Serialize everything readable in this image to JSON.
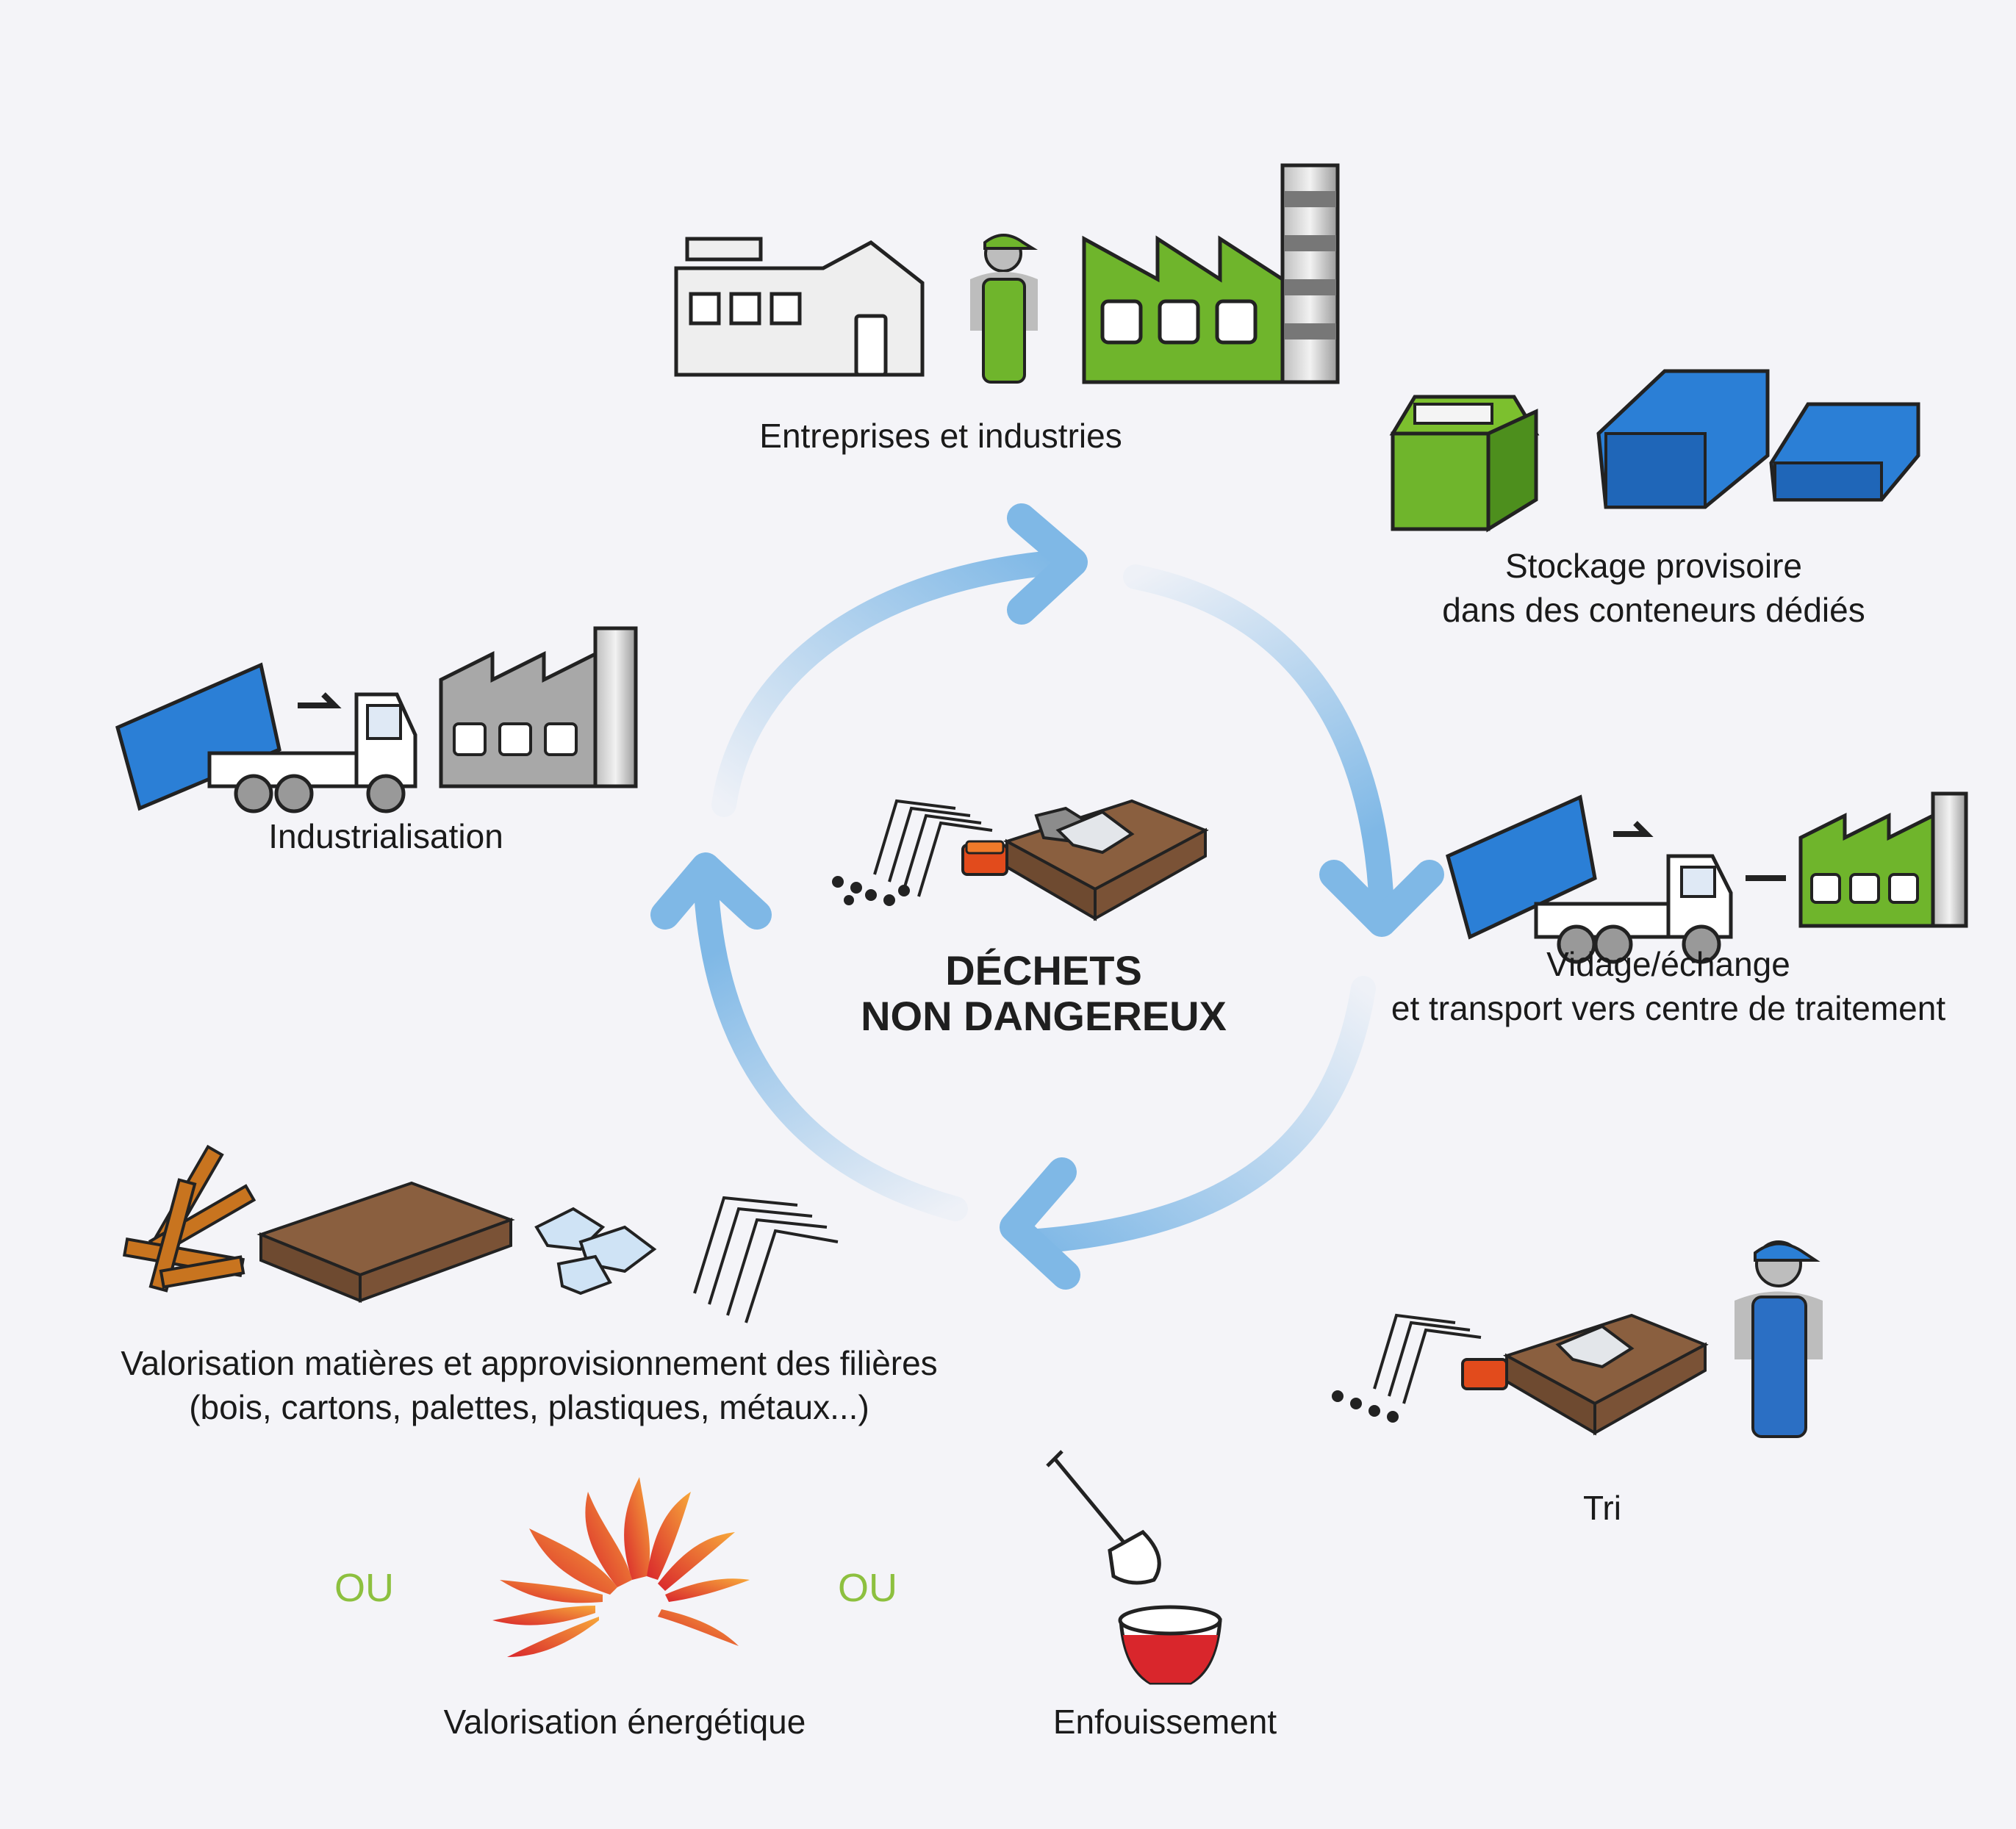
{
  "colors": {
    "background": "#f4f4f8",
    "arrow": "#7fb8e6",
    "green": "#6fb52c",
    "blue": "#2b7fd6",
    "ou": "#8dc03f",
    "wood": "#7a5236",
    "flame": "#e8452c"
  },
  "center": {
    "line1": "DÉCHETS",
    "line2": "NON DANGEREUX",
    "icon": "waste-pile-icon"
  },
  "steps": {
    "entreprises": {
      "label": "Entreprises et industries",
      "icons": [
        "building-icon",
        "worker-icon",
        "factory-icon"
      ]
    },
    "stockage": {
      "line1": "Stockage provisoire",
      "line2": "dans des conteneurs dédiés",
      "icons": [
        "green-container-icon",
        "skip-container-icon"
      ]
    },
    "vidage": {
      "line1": "Vidage/échange",
      "line2": "et transport vers centre de traitement",
      "icons": [
        "truck-icon",
        "factory-icon"
      ]
    },
    "tri": {
      "label": "Tri",
      "icons": [
        "waste-pile-icon",
        "worker-icon"
      ]
    },
    "valorisation_matieres": {
      "line1": "Valorisation matières et approvisionnement des filières",
      "line2": "(bois, cartons, palettes, plastiques, métaux...)",
      "icons": [
        "wood-icon",
        "pallet-icon",
        "plastic-icon",
        "metal-icon"
      ]
    },
    "industrialisation": {
      "label": "Industrialisation",
      "icons": [
        "truck-icon",
        "factory-icon"
      ]
    },
    "valorisation_energetique": {
      "label": "Valorisation énergétique",
      "icon": "flame-icon"
    },
    "enfouissement": {
      "label": "Enfouissement",
      "icon": "landfill-icon"
    }
  },
  "ou_left": "OU",
  "ou_right": "OU"
}
